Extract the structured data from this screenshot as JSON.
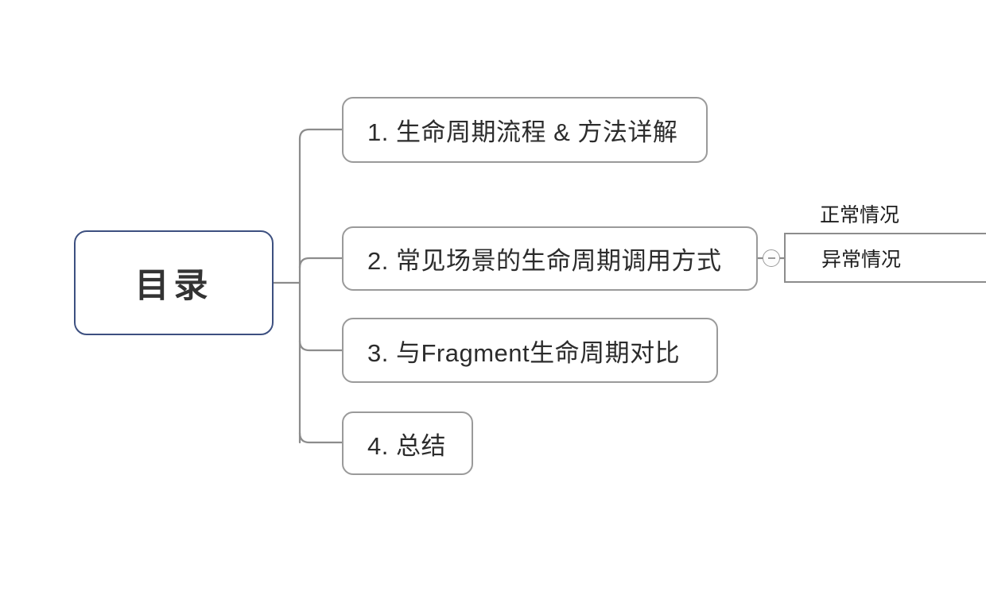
{
  "diagram": {
    "type": "mindmap",
    "title": "目录",
    "colors": {
      "root_border": "#3d5080",
      "branch_border": "#9a9a9a",
      "sub_border": "#8c8c8c",
      "connector": "#8c8c8c",
      "text": "#2b2b2b",
      "background": "#ffffff"
    },
    "root": {
      "label": "目录"
    },
    "branches": [
      {
        "index": "1",
        "label": "1. 生命周期流程 & 方法详解",
        "has_children": false
      },
      {
        "index": "2",
        "label": "2. 常见场景的生命周期调用方式",
        "has_children": true,
        "toggle": {
          "icon": "minus-circle-icon",
          "state": "expanded"
        },
        "children": [
          {
            "label": "正常情况"
          },
          {
            "label": "异常情况"
          }
        ]
      },
      {
        "index": "3",
        "label": "3. 与Fragment生命周期对比",
        "has_children": false
      },
      {
        "index": "4",
        "label": "4. 总结",
        "has_children": false
      }
    ]
  }
}
